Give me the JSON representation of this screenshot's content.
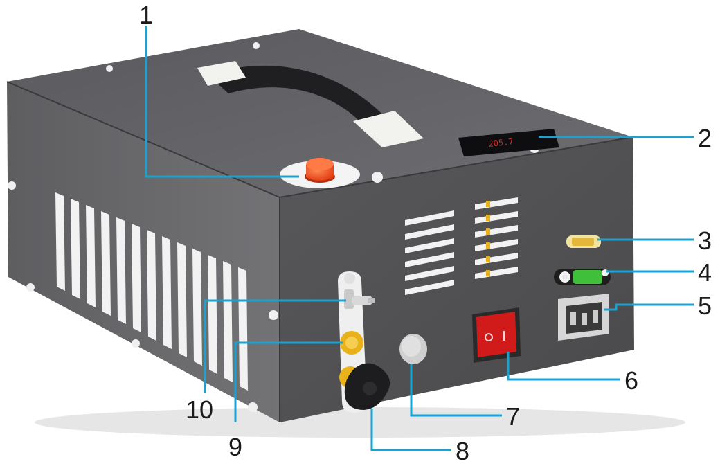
{
  "callouts": {
    "c1": "1",
    "c2": "2",
    "c3": "3",
    "c4": "4",
    "c5": "5",
    "c6": "6",
    "c7": "7",
    "c8": "8",
    "c9": "9",
    "c10": "10"
  },
  "display_readout": "205.7",
  "colors": {
    "leader": "#1aa3d0",
    "body": "#4a4a4d",
    "power_switch": "#d11a1a",
    "fuse_green": "#3fbf3a",
    "fitting_yellow": "#e9b21a"
  }
}
